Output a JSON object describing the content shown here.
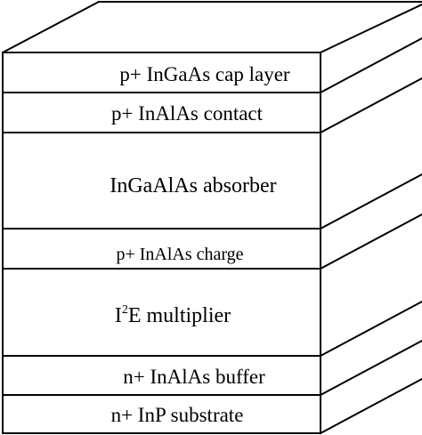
{
  "layers": [
    {
      "label": "p+ InGaAs cap layer"
    },
    {
      "label": "p+ InAlAs contact"
    },
    {
      "label": "InGaAlAs absorber"
    },
    {
      "label": "p+ InAlAs charge"
    },
    {
      "label_prefix": "I",
      "label_sup": "2",
      "label_suffix": "E multiplier"
    },
    {
      "label": "n+ InAlAs buffer"
    },
    {
      "label": "n+ InP substrate"
    }
  ]
}
